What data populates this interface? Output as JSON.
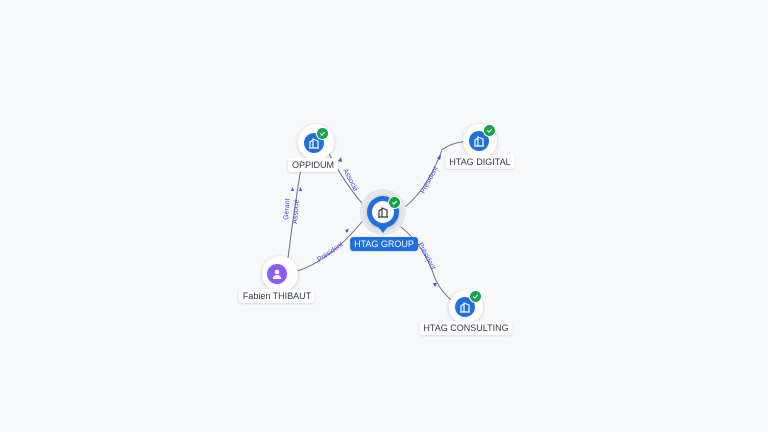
{
  "colors": {
    "company": "#1f6fe0",
    "person": "#8b5cf6",
    "verified": "#16a34a",
    "edge_label": "#4f46e5",
    "edge_line": "#6b7280"
  },
  "nodes": {
    "htag_group": {
      "label": "HTAG GROUP",
      "type": "company",
      "icon": "building-icon",
      "verified": true
    },
    "oppidum": {
      "label": "OPPIDUM",
      "type": "company",
      "icon": "building-icon",
      "verified": true
    },
    "htag_digital": {
      "label": "HTAG DIGITAL",
      "type": "company",
      "icon": "building-icon",
      "verified": true
    },
    "htag_consulting": {
      "label": "HTAG CONSULTING",
      "type": "company",
      "icon": "building-icon",
      "verified": true
    },
    "fabien_thibaut": {
      "label": "Fabien THIBAUT",
      "type": "person",
      "icon": "person-icon",
      "verified": false
    }
  },
  "edges": [
    {
      "from": "htag_group",
      "to": "oppidum",
      "label": "Associé"
    },
    {
      "from": "htag_group",
      "to": "htag_digital",
      "label": "Président"
    },
    {
      "from": "htag_group",
      "to": "htag_consulting",
      "label": "Président"
    },
    {
      "from": "fabien_thibaut",
      "to": "htag_group",
      "label": "Président"
    },
    {
      "from": "fabien_thibaut",
      "to": "oppidum",
      "label": "Gérant"
    },
    {
      "from": "fabien_thibaut",
      "to": "oppidum",
      "label": "Associé"
    }
  ]
}
